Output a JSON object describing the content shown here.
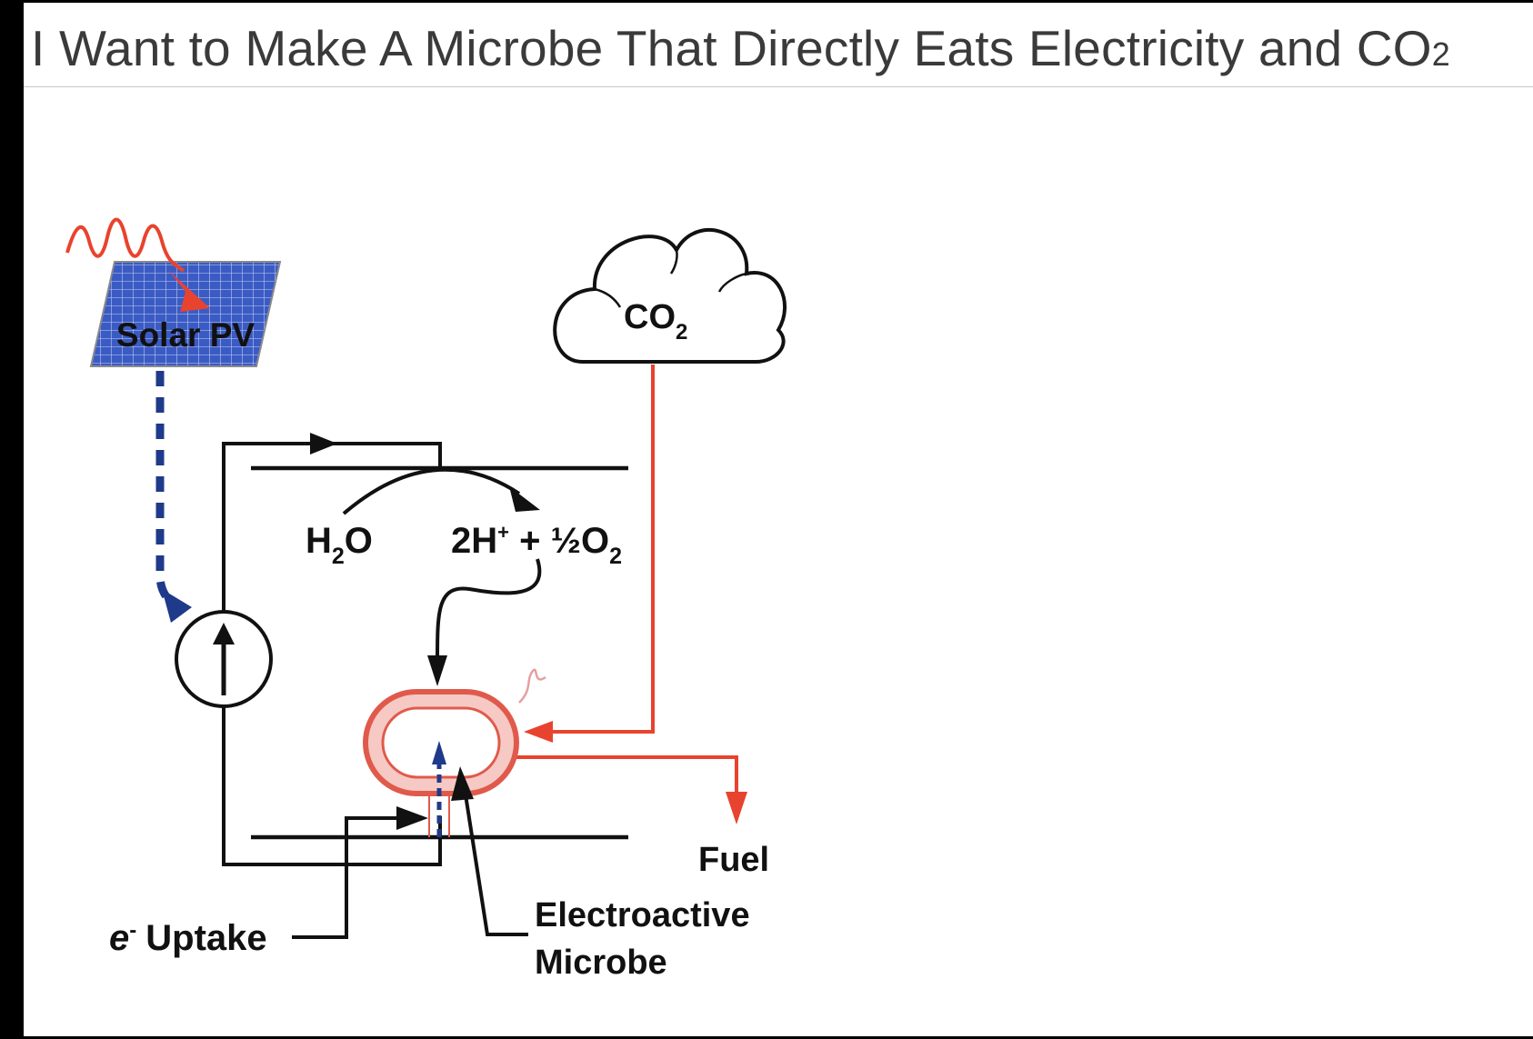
{
  "title": {
    "text": "I Want to Make A Microbe That Directly Eats Electricity and CO",
    "subscript": "2"
  },
  "diagram": {
    "solar_label": "Solar PV",
    "co2_main": "CO",
    "co2_sub": "2",
    "water_main": "H",
    "water_sub": "2",
    "water_tail": "O",
    "products_a": "2H",
    "products_sup": "+",
    "products_b": " + ½O",
    "products_sub": "2",
    "fuel_label": "Fuel",
    "electron_symbol": "e",
    "electron_sup": "-",
    "uptake_label": "Uptake",
    "microbe_line1": "Electroactive",
    "microbe_line2": "Microbe",
    "colors": {
      "red": "#e8432e",
      "blue": "#1f3a8a",
      "black": "#111111",
      "panel": "#3b5bc4",
      "cell_fill": "#f6c9c4",
      "cell_stroke": "#e05a4c"
    }
  }
}
